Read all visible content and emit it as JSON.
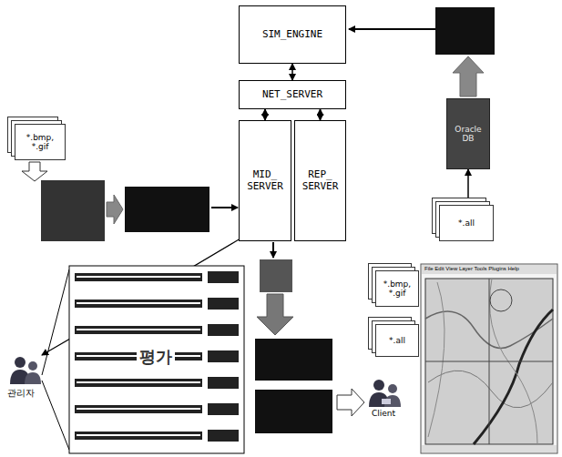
{
  "diagram": {
    "nodes": [
      {
        "text": [
          "SIM_ENGINE"
        ]
      },
      {
        "text": [
          "NET_SERVER"
        ]
      },
      {
        "text": [
          "MID_ SERVER"
        ]
      },
      {
        "text": [
          "REP_ SERVER"
        ]
      },
      {
        "text": [
          "Oracle DB"
        ]
      },
      {
        "text": [
          "*.all"
        ]
      },
      {
        "text": [
          "*.bmp, *.gif"
        ]
      },
      {
        "text": [
          "*.bmp, *.gif"
        ]
      },
      {
        "text": [
          "*.all"
        ]
      }
    ],
    "edges": [
      {
        "from": 0,
        "to": 1,
        "arrow": "both"
      },
      {
        "from": 1,
        "to": 2,
        "arrow": "both"
      },
      {
        "from": 1,
        "to": 3,
        "arrow": "both"
      },
      {
        "from": 5,
        "to": 4,
        "arrow": "to"
      }
    ],
    "labels": [
      "관리자",
      "평가",
      "Client",
      "File Edit View Layer Tools Plugins Help"
    ]
  }
}
